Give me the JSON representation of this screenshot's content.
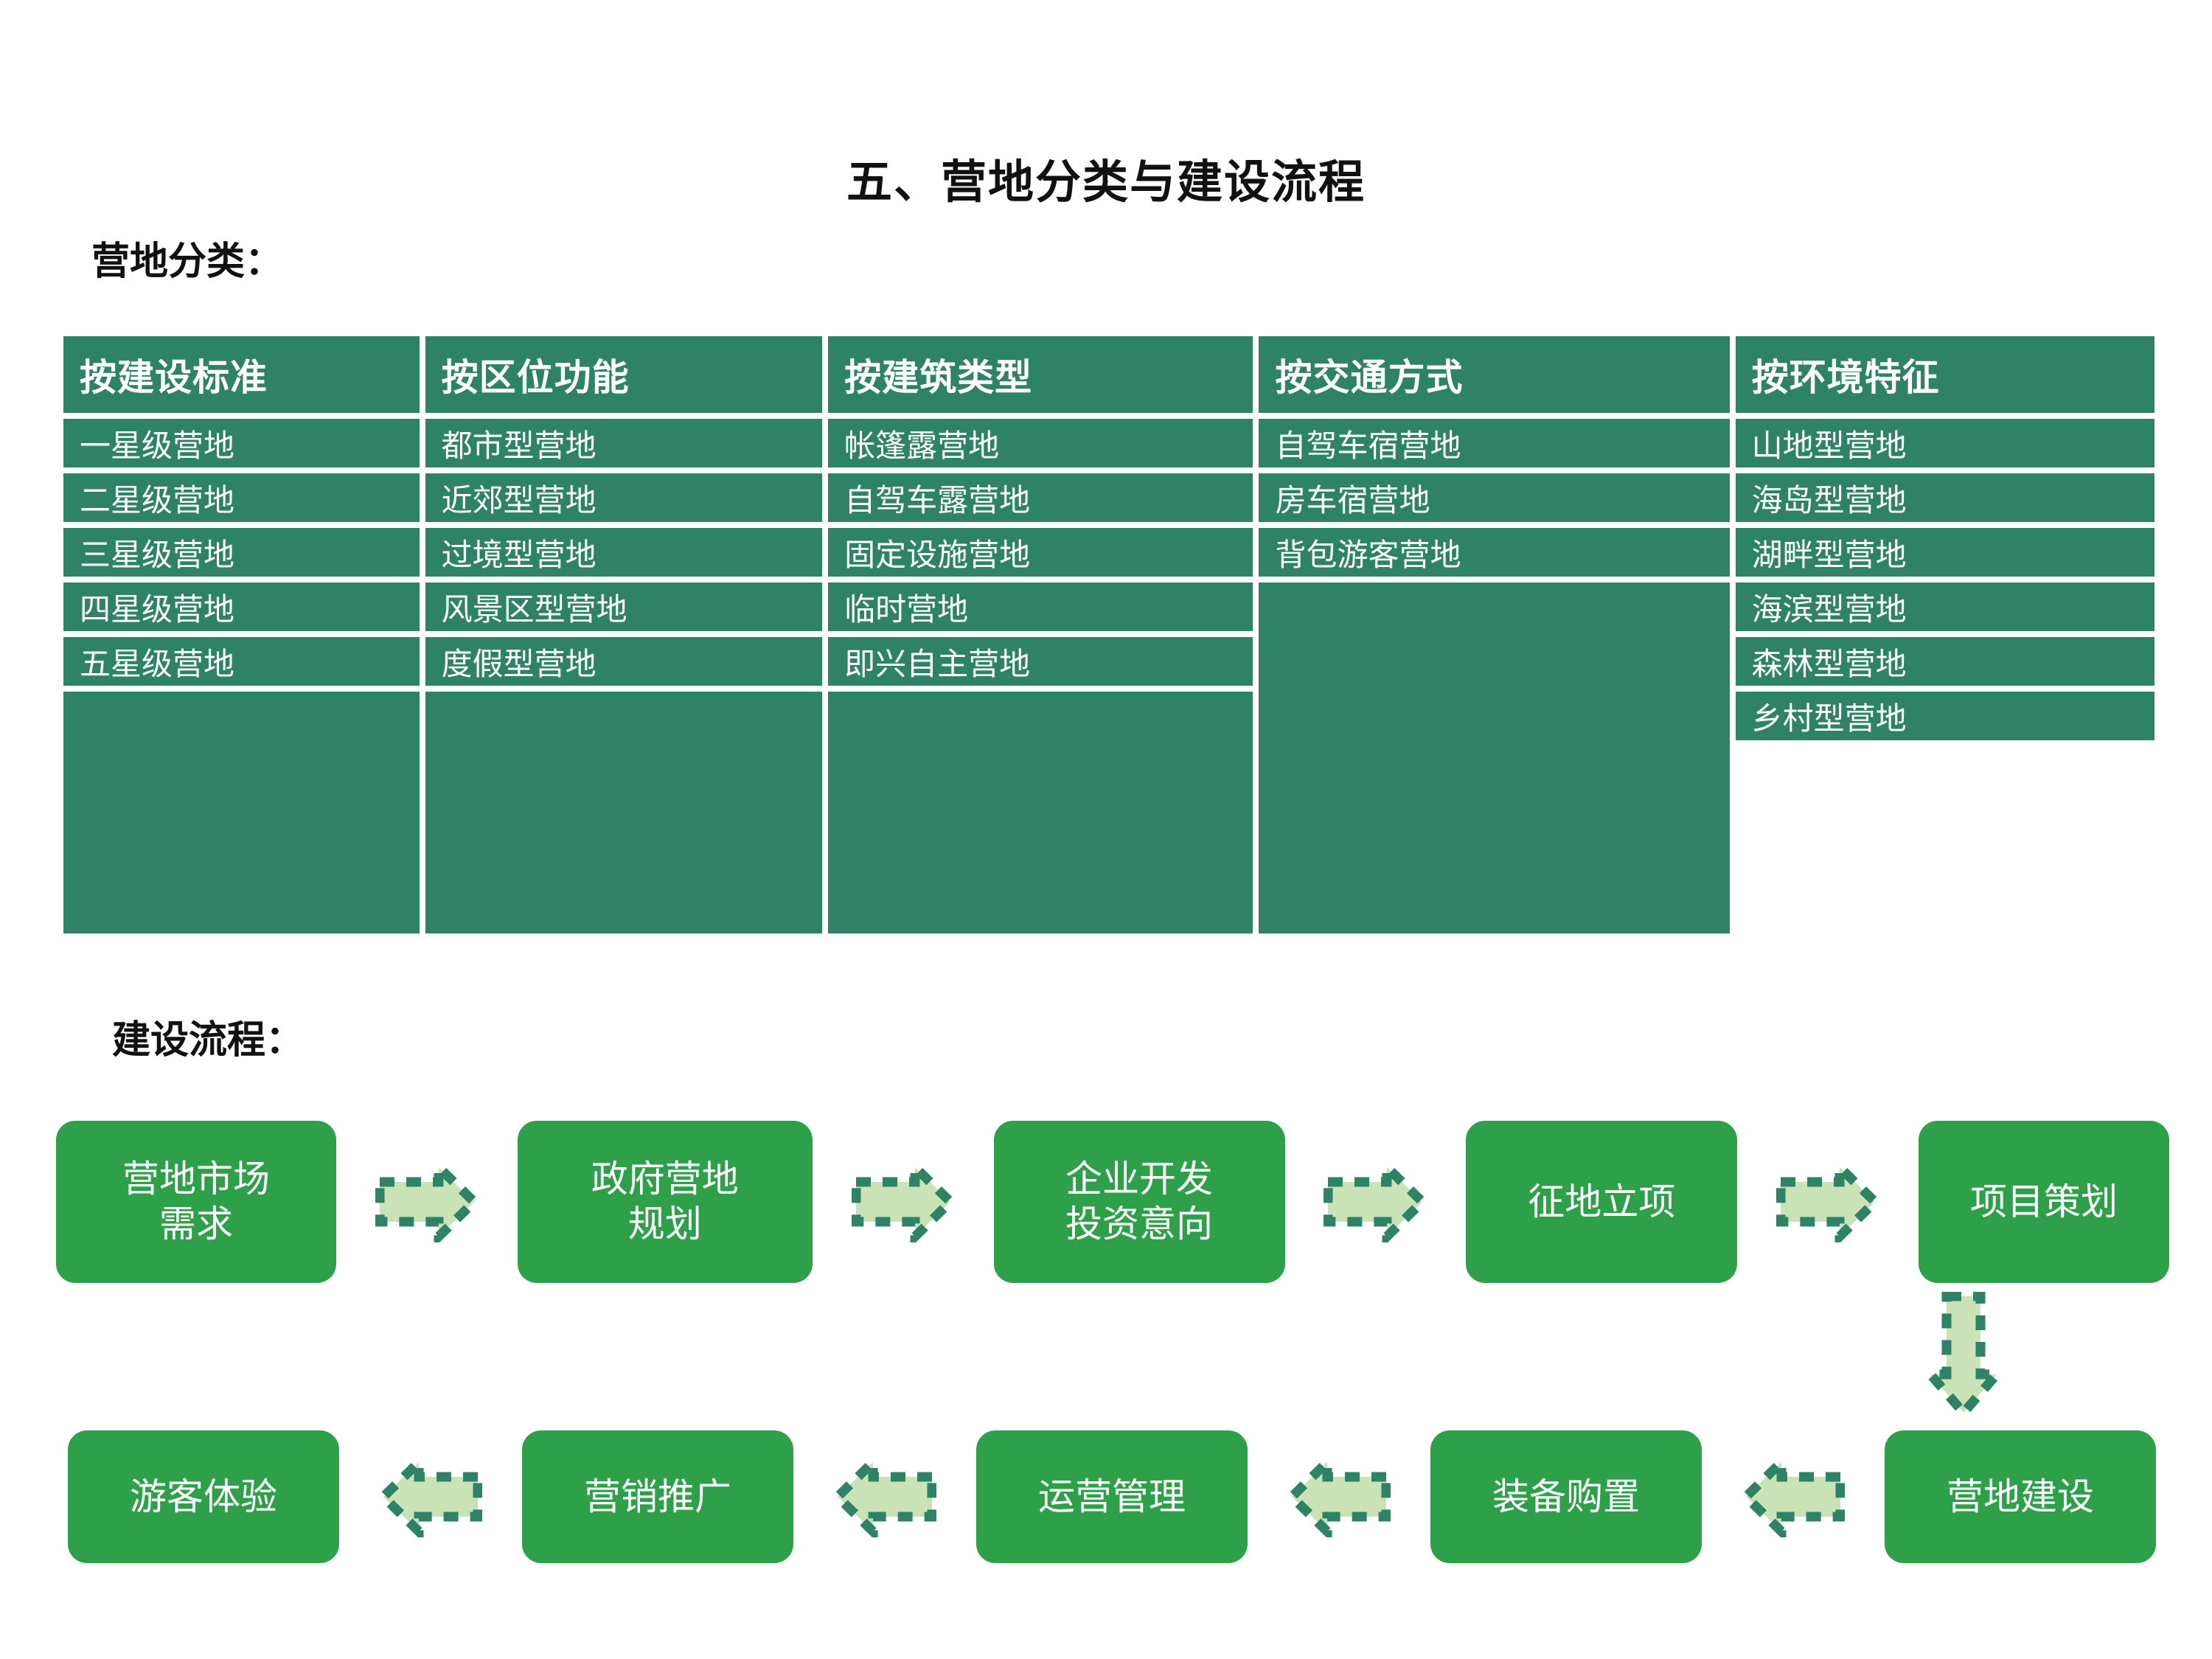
{
  "page": {
    "title": "五、营地分类与建设流程",
    "section_classification_label": "营地分类：",
    "section_process_label": "建设流程：",
    "colors": {
      "table_green": "#2E8265",
      "node_green": "#2EA04A",
      "arrow_fill": "#C9E2B6",
      "arrow_stroke": "#2E8265",
      "text_dark": "#111111",
      "text_light": "#FFFFFF"
    }
  },
  "table": {
    "headers": [
      "按建设标准",
      "按区位功能",
      "按建筑类型",
      "按交通方式",
      "按环境特征"
    ],
    "columns": [
      [
        "一星级营地",
        "二星级营地",
        "三星级营地",
        "四星级营地",
        "五星级营地"
      ],
      [
        "都市型营地",
        "近郊型营地",
        "过境型营地",
        "风景区型营地",
        "度假型营地"
      ],
      [
        "帐篷露营地",
        "自驾车露营地",
        "固定设施营地",
        "临时营地",
        "即兴自主营地"
      ],
      [
        "自驾车宿营地",
        "房车宿营地",
        "背包游客营地"
      ],
      [
        "山地型营地",
        "海岛型营地",
        "湖畔型营地",
        "海滨型营地",
        "森林型营地",
        "乡村型营地"
      ]
    ]
  },
  "flow": {
    "row1": [
      "营地市场\n需求",
      "政府营地\n规划",
      "企业开发\n投资意向",
      "征地立项",
      "项目策划"
    ],
    "row2": [
      "游客体验",
      "营销推广",
      "运营管理",
      "装备购置",
      "营地建设"
    ],
    "arrow_right_name": "arrow-right-icon",
    "arrow_left_name": "arrow-left-icon",
    "arrow_down_name": "arrow-down-icon"
  }
}
